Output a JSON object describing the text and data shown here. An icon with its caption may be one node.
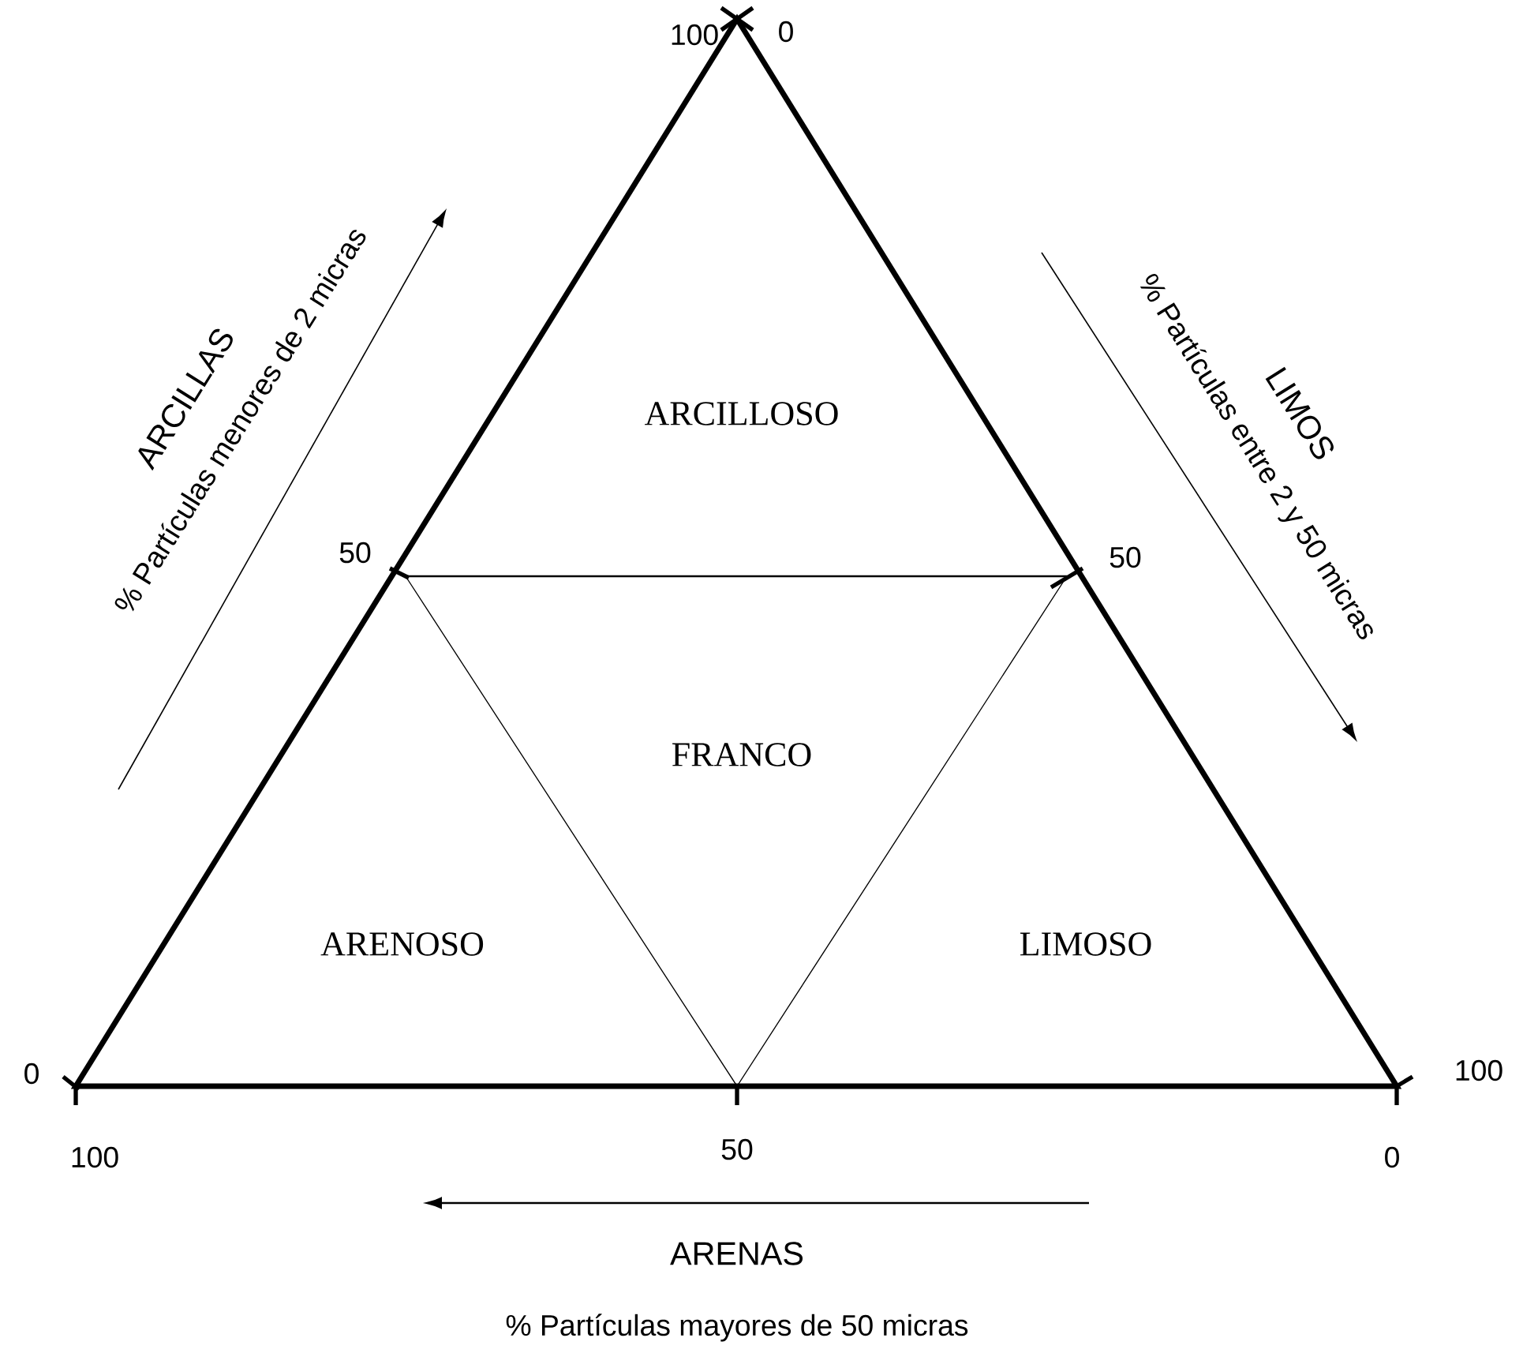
{
  "diagram": {
    "labels": [
      "100",
      "0",
      "ARCILLAS",
      "% Partículas menores de 2 micras",
      "% Partículas entre 2 y 50 micras",
      "LIMOS",
      "ARCILLOSO",
      "50",
      "50",
      "FRANCO",
      "ARENOSO",
      "LIMOSO",
      "0",
      "100",
      "100",
      "50",
      "0",
      "ARENAS",
      "% Partículas mayores de 50 micras"
    ]
  }
}
